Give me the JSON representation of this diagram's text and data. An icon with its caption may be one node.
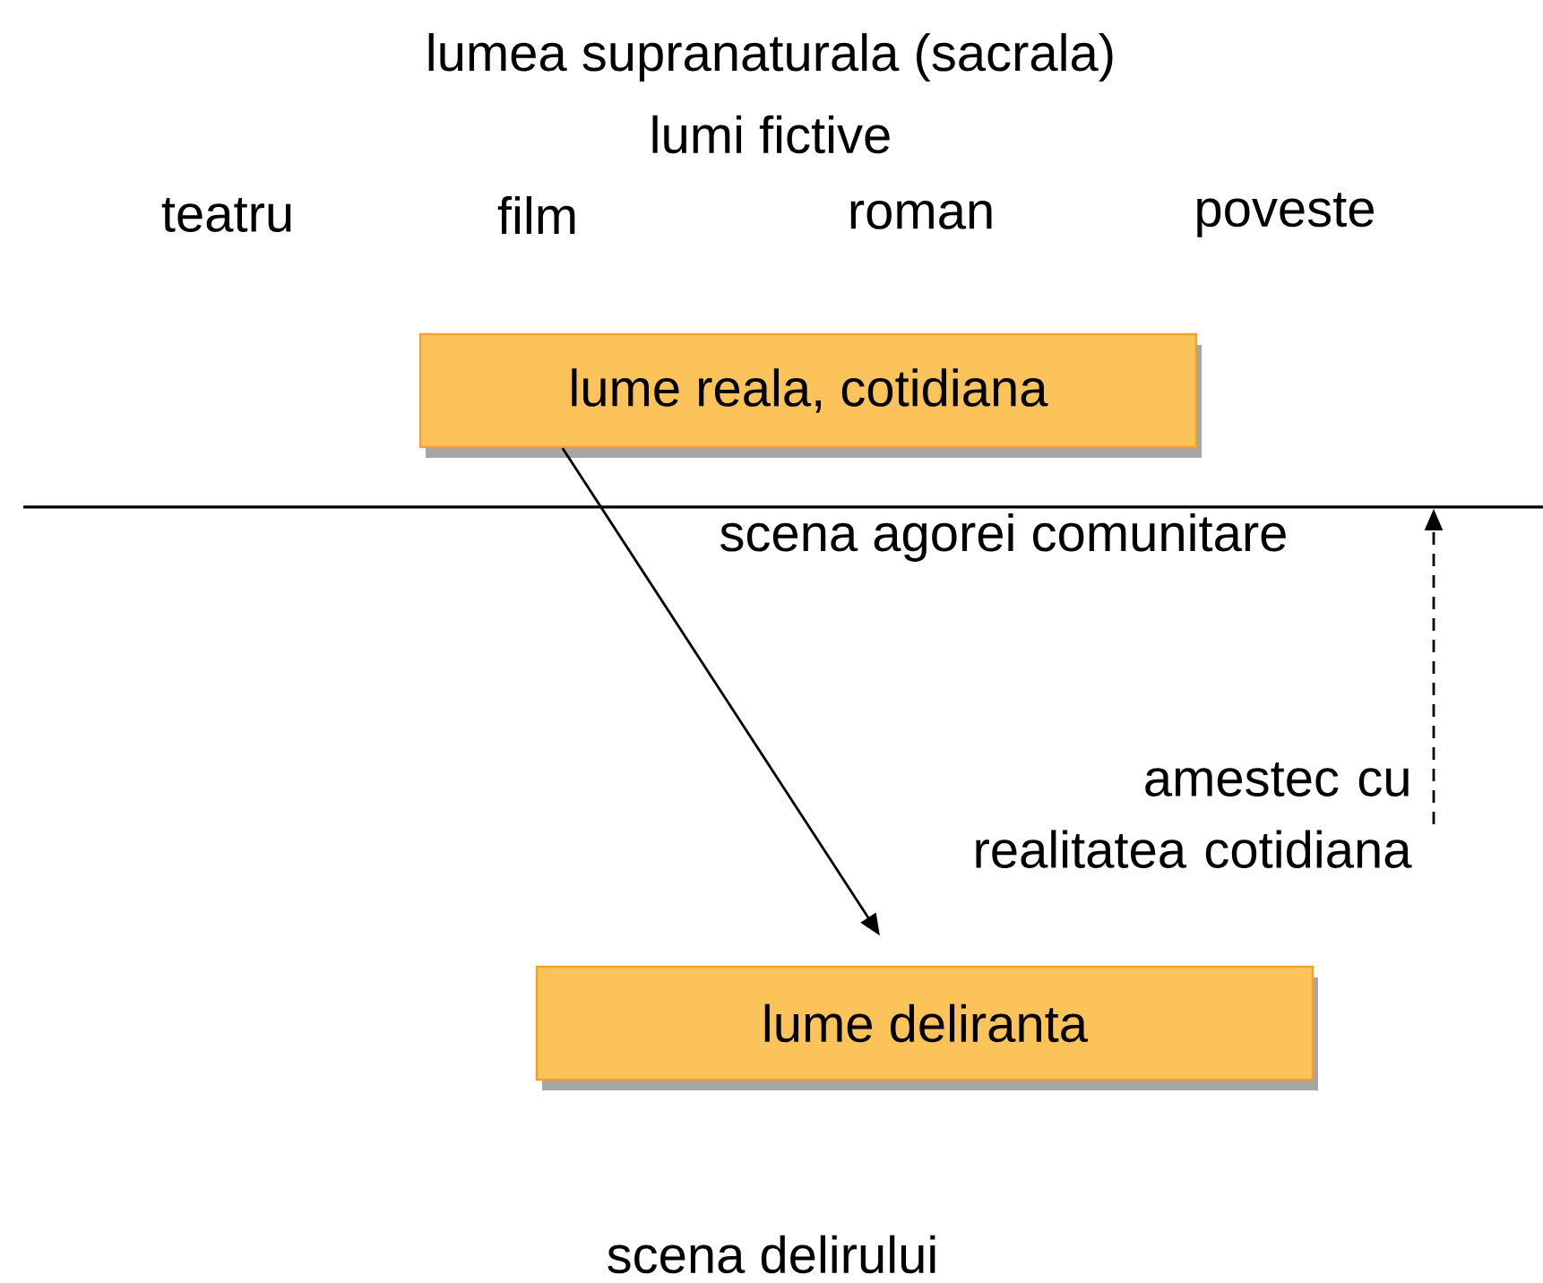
{
  "diagram": {
    "nodes": [
      {
        "text": [
          "lume reala, cotidiana"
        ]
      },
      {
        "text": [
          "lume deliranta"
        ]
      },
      {
        "text": [],
        "shape": "bar"
      }
    ],
    "edges": [
      {
        "from": 0,
        "to": 1,
        "arrow": "to"
      },
      {
        "from": null,
        "to": 2,
        "arrow": "to",
        "style": "dashed",
        "label": "amestec cu realitatea cotidiana"
      }
    ],
    "labels": [
      "lumea supranaturala (sacrala)",
      "lumi fictive",
      "teatru",
      "film",
      "roman",
      "poveste",
      "scena agorei comunitare",
      "scena delirului"
    ]
  }
}
